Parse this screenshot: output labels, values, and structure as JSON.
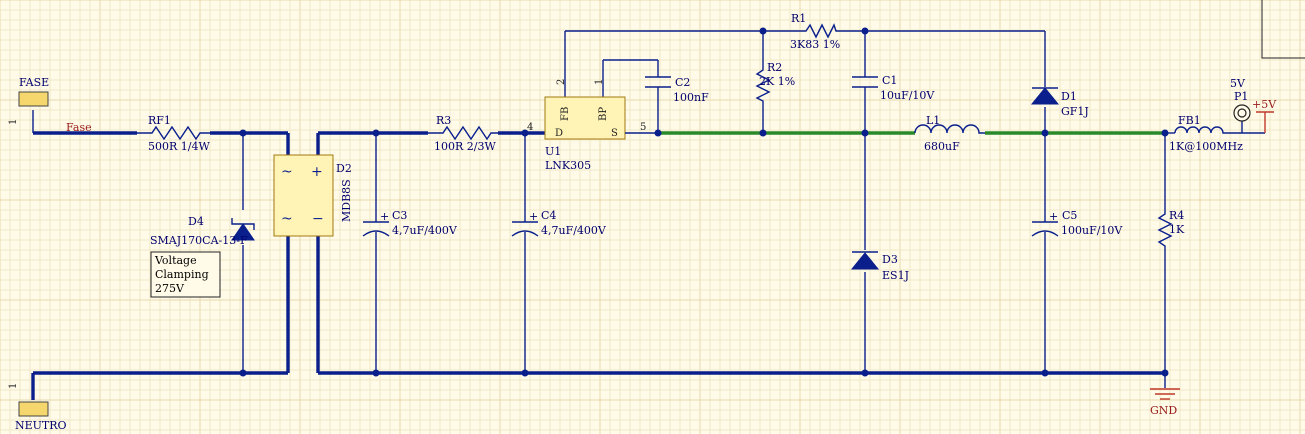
{
  "ports": {
    "fase": "FASE",
    "neutro": "NEUTRO",
    "fase_pin": "1",
    "neutro_pin": "1"
  },
  "nets": {
    "fase_net": "Fase",
    "plus5v": "+5V",
    "gnd": "GND"
  },
  "components": {
    "rf1": {
      "ref": "RF1",
      "value": "500R 1/4W"
    },
    "d4": {
      "ref": "D4",
      "value": "SMAJ170CA-13-F"
    },
    "d2": {
      "ref": "D2",
      "value": "MDB8S"
    },
    "c3": {
      "ref": "C3",
      "value": "4,7uF/400V"
    },
    "r3": {
      "ref": "R3",
      "value": "100R 2/3W"
    },
    "c4": {
      "ref": "C4",
      "value": "4,7uF/400V"
    },
    "u1": {
      "ref": "U1",
      "value": "LNK305",
      "pins": {
        "fb": "FB",
        "bp": "BP",
        "d": "D",
        "s": "S",
        "p1": "1",
        "p2": "2",
        "p4": "4",
        "p5": "5"
      }
    },
    "c2": {
      "ref": "C2",
      "value": "100nF"
    },
    "r1": {
      "ref": "R1",
      "value": "3K83 1%"
    },
    "r2": {
      "ref": "R2",
      "value": "2K 1%"
    },
    "c1": {
      "ref": "C1",
      "value": "10uF/10V"
    },
    "l1": {
      "ref": "L1",
      "value": "680uF"
    },
    "d3": {
      "ref": "D3",
      "value": "ES1J"
    },
    "d1": {
      "ref": "D1",
      "value": "GF1J"
    },
    "c5": {
      "ref": "C5",
      "value": "100uF/10V"
    },
    "fb1": {
      "ref": "FB1",
      "value": "1K@100MHz"
    },
    "r4": {
      "ref": "R4",
      "value": "1K"
    },
    "p1": {
      "ref": "P1",
      "value": "5V"
    }
  },
  "note": {
    "line1": "Voltage",
    "line2": "Clamping",
    "line3": "275V"
  },
  "polarity": {
    "plus": "+",
    "ac": "~",
    "minus": "−"
  },
  "colors": {
    "background": "#fffbe8",
    "wire": "#0a1f8c",
    "highlighted_net": "#2a8a2a",
    "port_fill": "#f5d76e",
    "net_label": "#9a1a1a"
  }
}
